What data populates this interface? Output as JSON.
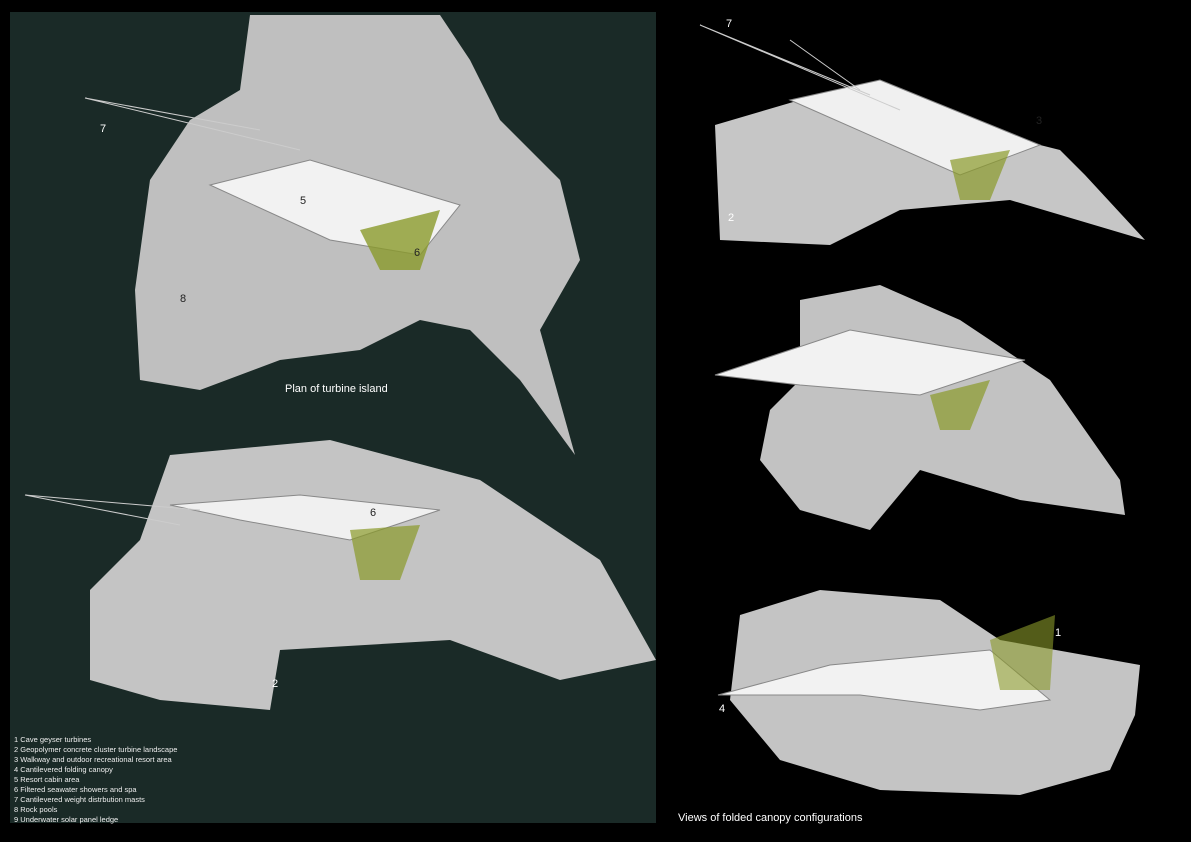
{
  "plan_caption": "Plan of turbine island",
  "views_caption": "Views of folded canopy configurations",
  "legend": [
    "1 Cave geyser turbines",
    "2 Geopolymer concrete cluster turbine landscape",
    "3 Walkway and outdoor recreational resort area",
    "4 Cantilevered folding canopy",
    "5 Resort cabin area",
    "6 Filtered seawater showers and spa",
    "7 Cantilevered weight distrbution masts",
    "8 Rock pools",
    "9 Underwater solar panel ledge"
  ],
  "markers": {
    "plan": [
      "7",
      "5",
      "6",
      "8"
    ],
    "section": [
      "6",
      "2"
    ],
    "view1": [
      "7",
      "3",
      "2"
    ],
    "view3": [
      "1",
      "4"
    ]
  },
  "colors": {
    "board": "#1a2a27",
    "background": "#000000",
    "model": "#d8d8d8",
    "accent": "#8a9a2a"
  }
}
